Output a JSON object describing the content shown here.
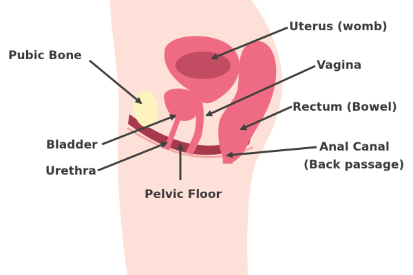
{
  "labels": {
    "uterus": "Uterus (womb)",
    "pubic_bone": "Pubic Bone",
    "vagina": "Vagina",
    "rectum": "Rectum (Bowel)",
    "bladder": "Bladder",
    "anal_canal_line1": "Anal Canal",
    "anal_canal_line2": "(Back passage)",
    "urethra": "Urethra",
    "pelvic_floor": "Pelvic Floor"
  },
  "colors": {
    "body": "#fde1d8",
    "organ": "#ef6b84",
    "organ_dark": "#c24d62",
    "muscle": "#a8394d",
    "bone": "#fdf3bf",
    "arrow": "#404040",
    "text": "#3a3a3a"
  }
}
